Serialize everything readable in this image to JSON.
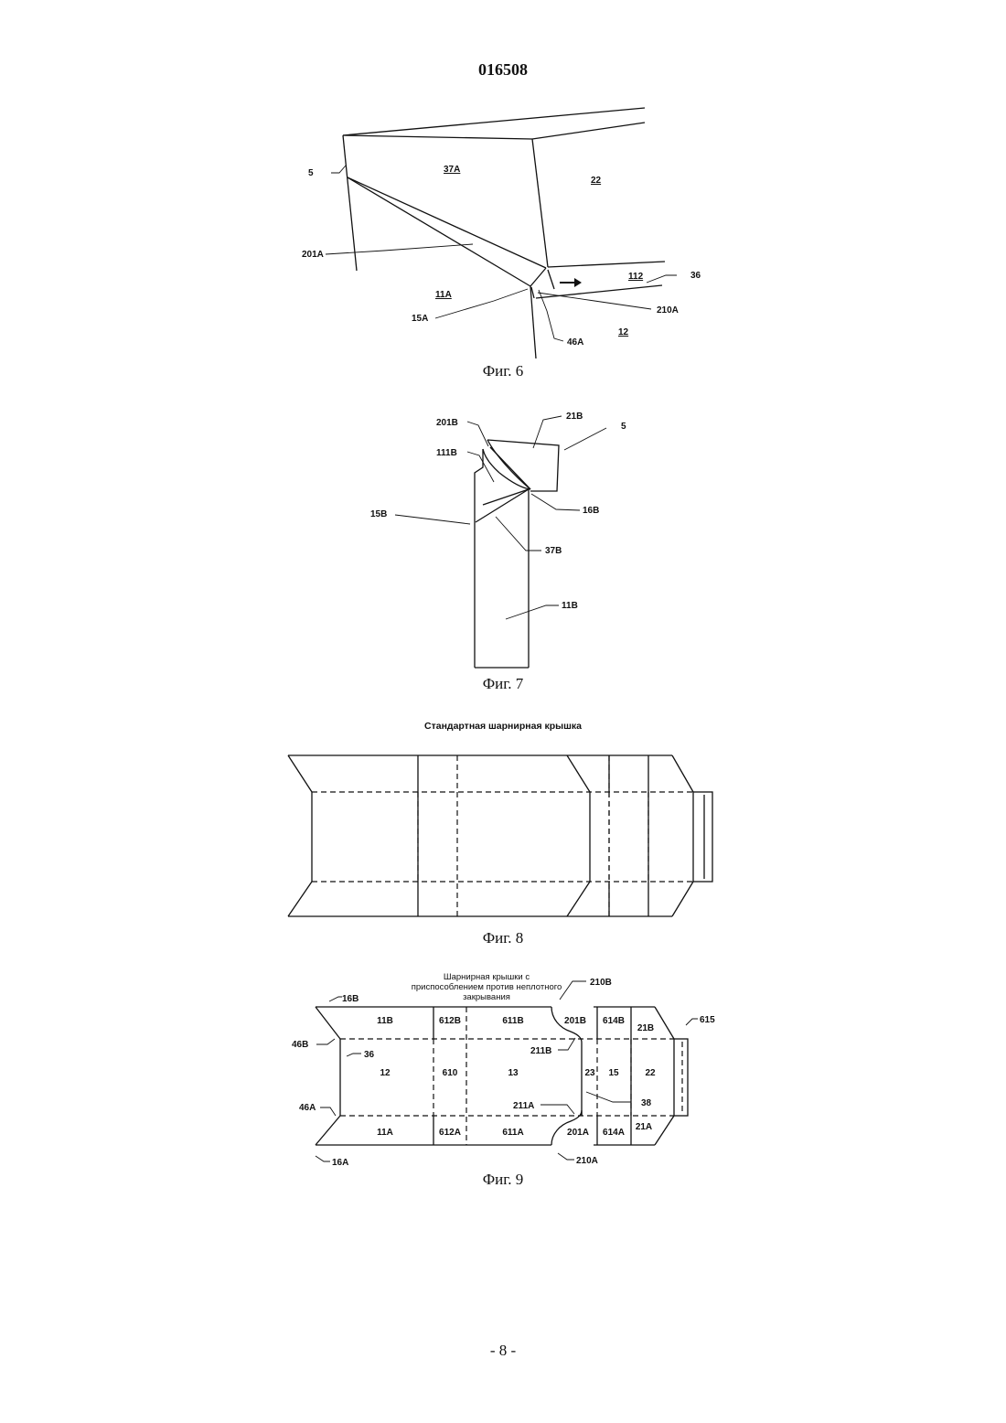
{
  "header": {
    "doc_number": "016508"
  },
  "fig6": {
    "caption": "Фиг. 6",
    "labels": {
      "l5": "5",
      "l37A": "37A",
      "l22": "22",
      "l201A": "201A",
      "l112": "112",
      "l36": "36",
      "l11A": "11A",
      "l210A": "210A",
      "l15A": "15A",
      "l46A": "46A",
      "l12": "12"
    }
  },
  "fig7": {
    "caption": "Фиг. 7",
    "labels": {
      "l201B": "201B",
      "l21B": "21B",
      "l5": "5",
      "l111B": "111B",
      "l16B": "16B",
      "l15B": "15B",
      "l37B": "37B",
      "l11B": "11B"
    }
  },
  "fig8": {
    "caption": "Фиг. 8",
    "title": "Стандартная шарнирная крышка"
  },
  "fig9": {
    "caption": "Фиг. 9",
    "title_lines": [
      "Шарнирная крышки с",
      "приспособлением против неплотного",
      "закрывания"
    ],
    "labels": {
      "l16B": "16B",
      "l210B_top": "210B",
      "l615": "615",
      "r11B": "11B",
      "r612B": "612B",
      "r611B": "611B",
      "r201B": "201B",
      "r614B": "614B",
      "r21B": "21B",
      "l46B": "46B",
      "l36": "36",
      "l211B": "211B",
      "c12": "12",
      "c610": "610",
      "c13": "13",
      "c23": "23",
      "c15": "15",
      "c22": "22",
      "l38": "38",
      "l46A": "46A",
      "l211A": "211A",
      "r11A": "11A",
      "r612A": "612A",
      "r611A": "611A",
      "r201A": "201A",
      "r614A": "614A",
      "r21A": "21A",
      "l16A": "16A",
      "l210A_bot": "210A"
    }
  },
  "footer": {
    "page": "- 8 -"
  }
}
